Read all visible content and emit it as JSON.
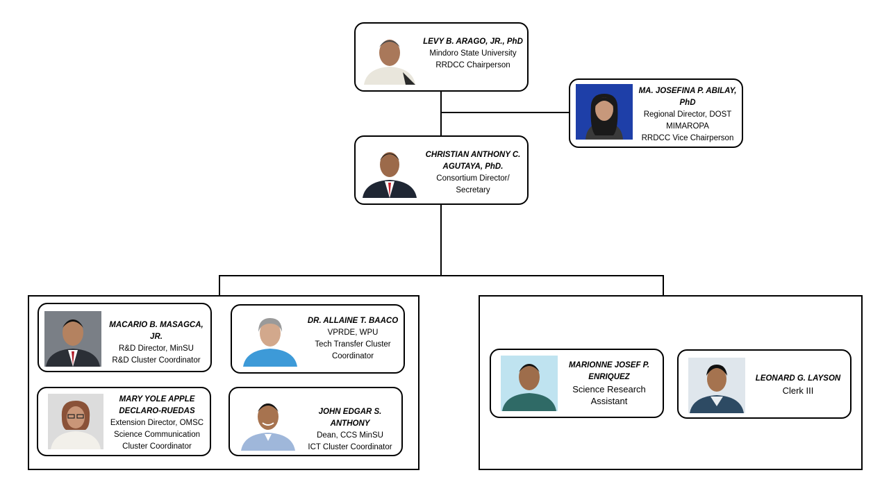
{
  "colors": {
    "stroke": "#000000",
    "background": "#ffffff",
    "photo_blue": "#1e3fa8",
    "photo_light": "#e8ecf0",
    "photo_dark": "#3a3a3a"
  },
  "people": {
    "chair": {
      "name": "LEVY B. ARAGO, JR., PhD",
      "line1": "Mindoro State University",
      "line2": "RRDCC Chairperson"
    },
    "vice": {
      "name1": "MA. JOSEFINA P. ABILAY,",
      "name2": "PhD",
      "line1": "Regional Director, DOST",
      "line2": "MIMAROPA",
      "line3": "RRDCC Vice Chairperson"
    },
    "director": {
      "name1": "CHRISTIAN ANTHONY C.",
      "name2": "AGUTAYA, PhD.",
      "line1": "Consortium Director/",
      "line2": "Secretary"
    },
    "masagca": {
      "name": "MACARIO B. MASAGCA, JR.",
      "line1": "R&D Director, MinSU",
      "line2": "R&D Cluster Coordinator"
    },
    "baaco": {
      "name": "DR. ALLAINE T. BAACO",
      "line1": "VPRDE, WPU",
      "line2": "Tech Transfer Cluster",
      "line3": "Coordinator"
    },
    "ruedas": {
      "name1": "MARY YOLE APPLE",
      "name2": "DECLARO-RUEDAS",
      "line1": "Extension Director, OMSC",
      "line2": "Science Communication",
      "line3": "Cluster Coordinator"
    },
    "anthony": {
      "name": "JOHN EDGAR S. ANTHONY",
      "line1": "Dean, CCS MinSU",
      "line2": "ICT Cluster Coordinator"
    },
    "enriquez": {
      "name1": "MARIONNE JOSEF P.",
      "name2": "ENRIQUEZ",
      "line1": "Science Research",
      "line2": "Assistant"
    },
    "layson": {
      "name": "LEONARD G. LAYSON",
      "line1": "Clerk III"
    }
  }
}
